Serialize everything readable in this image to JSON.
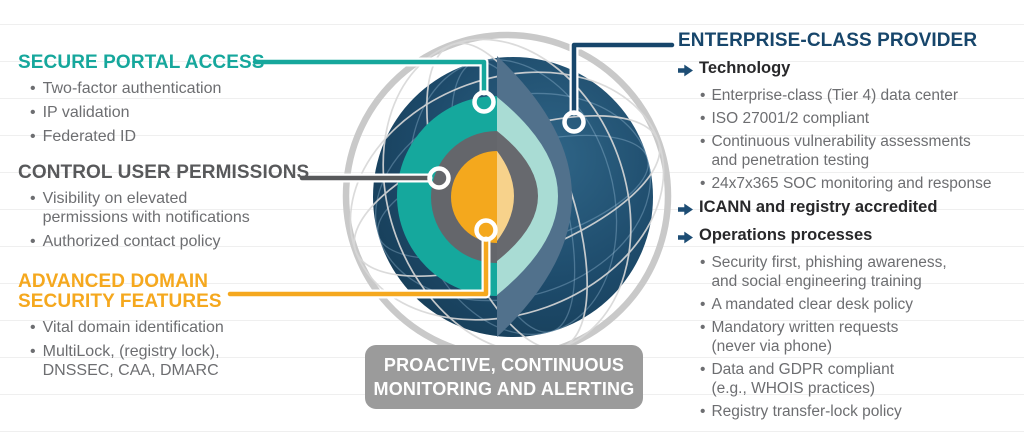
{
  "glyphs": {
    "bullet": "•"
  },
  "palette": {
    "teal": "#16a79c",
    "gray": "#58595b",
    "orange": "#f5a81e",
    "navy": "#17466b",
    "body_text": "#6d6e71",
    "banner_bg": "#9b9b9b",
    "sphere_navy": "#1d4a6a",
    "layer_teal": "#15a89d",
    "layer_gray": "#64666b",
    "layer_core_orange": "#f4a81d",
    "cut_face_mint": "#a9dcd4",
    "cut_face_slate": "#51718c",
    "cut_face_pale_yellow": "#f7d28b"
  },
  "left": {
    "sections": [
      {
        "title": "SECURE PORTAL ACCESS",
        "items": [
          "Two-factor authentication",
          "IP validation",
          "Federated ID"
        ]
      },
      {
        "title": "CONTROL USER PERMISSIONS",
        "items": [
          "Visibility on elevated\npermissions with notifications",
          "Authorized contact policy"
        ]
      },
      {
        "title": "ADVANCED DOMAIN\nSECURITY FEATURES",
        "items": [
          "Vital domain identification",
          "MultiLock, (registry lock),\nDNSSEC, CAA, DMARC"
        ]
      }
    ]
  },
  "right": {
    "title": "ENTERPRISE-CLASS PROVIDER",
    "items": [
      {
        "kind": "arrow-item",
        "text": "Technology"
      },
      {
        "kind": "bullet-item",
        "text": "Enterprise-class (Tier 4) data center"
      },
      {
        "kind": "bullet-item",
        "text": "ISO 27001/2 compliant"
      },
      {
        "kind": "bullet-item",
        "text": "Continuous vulnerability assessments\nand penetration testing"
      },
      {
        "kind": "bullet-item",
        "text": "24x7x365 SOC monitoring and response"
      },
      {
        "kind": "arrow-item",
        "text": "ICANN and registry accredited"
      },
      {
        "kind": "arrow-item",
        "text": "Operations processes"
      },
      {
        "kind": "bullet-item",
        "text": "Security first, phishing awareness,\nand social engineering training"
      },
      {
        "kind": "bullet-item",
        "text": "A mandated clear desk policy"
      },
      {
        "kind": "bullet-item",
        "text": "Mandatory written requests\n(never via phone)"
      },
      {
        "kind": "bullet-item",
        "text": "Data and GDPR compliant\n(e.g., WHOIS practices)"
      },
      {
        "kind": "bullet-item",
        "text": "Registry transfer-lock policy"
      }
    ]
  },
  "banner": {
    "text": "PROACTIVE, CONTINUOUS\nMONITORING AND ALERTING"
  }
}
